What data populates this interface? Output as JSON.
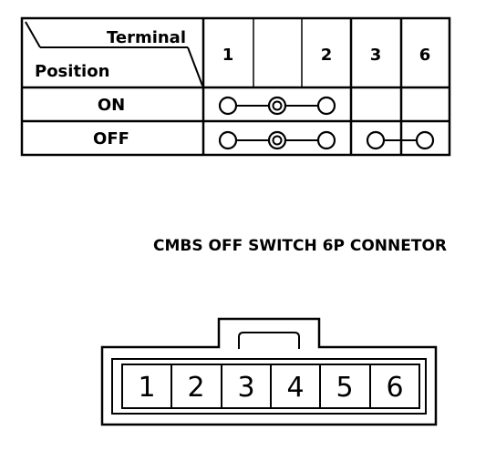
{
  "table": {
    "header_terminal": "Terminal",
    "header_position": "Position",
    "columns": [
      "1",
      "",
      "2",
      "3",
      "6"
    ],
    "rows": [
      {
        "position": "ON"
      },
      {
        "position": "OFF"
      }
    ]
  },
  "connector": {
    "title": "CMBS OFF SWITCH 6P CONNETOR",
    "pins": [
      "1",
      "2",
      "3",
      "4",
      "5",
      "6"
    ]
  }
}
